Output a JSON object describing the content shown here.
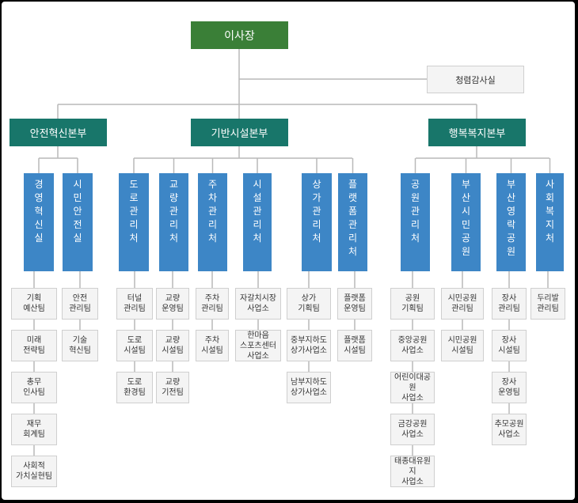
{
  "top": "이사장",
  "audit": "청렴감사실",
  "divisions": [
    {
      "name": "안전혁신본부",
      "depts": [
        {
          "name": "경영혁신실",
          "teams": [
            "기획\n예산팀",
            "미래\n전략팀",
            "총무\n인사팀",
            "재무\n회계팀",
            "사회적\n가치실현팀"
          ]
        },
        {
          "name": "시민안전실",
          "teams": [
            "안전\n관리팀",
            "기술\n혁신팀"
          ]
        }
      ]
    },
    {
      "name": "기반시설본부",
      "depts": [
        {
          "name": "도로관리처",
          "teams": [
            "터널\n관리팀",
            "도로\n시설팀",
            "도로\n환경팀"
          ]
        },
        {
          "name": "교량관리처",
          "teams": [
            "교량\n운영팀",
            "교량\n시설팀",
            "교량\n기전팀"
          ]
        },
        {
          "name": "주차관리처",
          "teams": [
            "주차\n관리팀",
            "주차\n시설팀"
          ]
        },
        {
          "name": "시설관리처",
          "teams": [
            "자갈치시장\n사업소",
            "한마음\n스포츠센터\n사업소"
          ]
        },
        {
          "name": "상가관리처",
          "teams": [
            "상가\n기획팀",
            "중부지하도\n상가사업소",
            "남부지하도\n상가사업소"
          ]
        },
        {
          "name": "플랫폼관리처",
          "teams": [
            "플랫폼\n운영팀",
            "플랫폼\n시설팀"
          ]
        }
      ]
    },
    {
      "name": "행복복지본부",
      "depts": [
        {
          "name": "공원관리처",
          "teams": [
            "공원\n기획팀",
            "중앙공원\n사업소",
            "어린이대공원\n사업소",
            "금강공원\n사업소",
            "태종대유원지\n사업소"
          ]
        },
        {
          "name": "부산시민공원",
          "teams": [
            "시민공원\n관리팀",
            "시민공원\n시설팀"
          ]
        },
        {
          "name": "부산영락공원",
          "teams": [
            "장사\n관리팀",
            "장사\n시설팀",
            "장사\n운영팀",
            "추모공원\n사업소"
          ]
        },
        {
          "name": "사회복지처",
          "teams": [
            "두리발\n관리팀"
          ]
        }
      ]
    }
  ]
}
